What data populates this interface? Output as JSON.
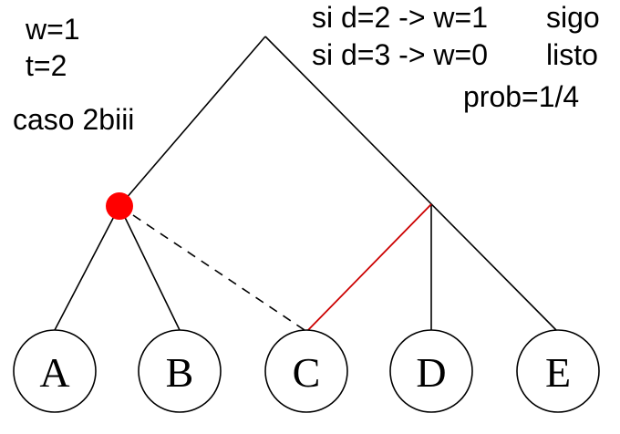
{
  "annotations": {
    "w": "w=1",
    "t": "t=2",
    "case": "caso 2biii",
    "rule_d2": "si d=2 -> w=1",
    "rule_d2_action": "sigo",
    "rule_d3": "si d=3 -> w=0",
    "rule_d3_action": "listo",
    "probability": "prob=1/4"
  },
  "leaves": [
    "A",
    "B",
    "C",
    "D",
    "E"
  ],
  "colors": {
    "line": "#000000",
    "highlight_edge": "#cc0000",
    "marked_node": "#ff0000"
  }
}
